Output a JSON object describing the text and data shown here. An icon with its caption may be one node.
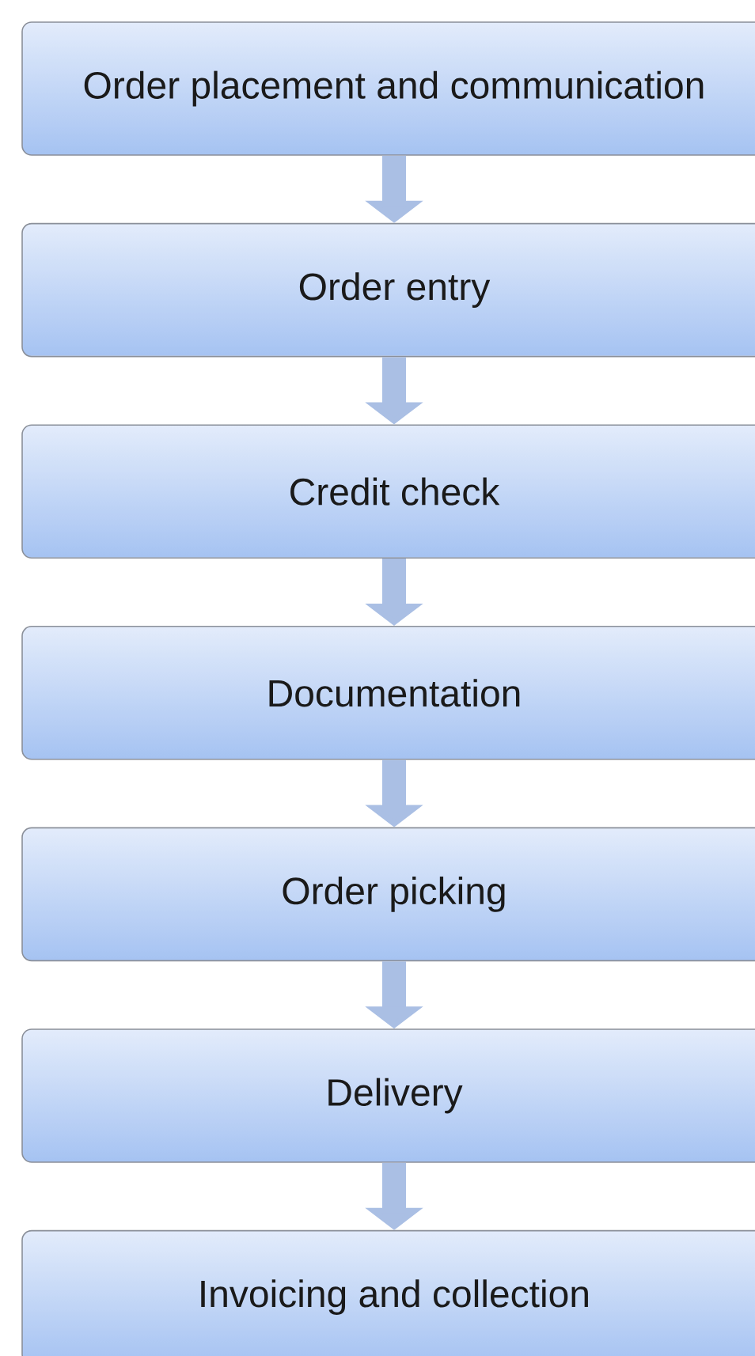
{
  "diagram": {
    "nodes": [
      {
        "text": [
          "Order placement and communication"
        ]
      },
      {
        "text": [
          "Order entry"
        ]
      },
      {
        "text": [
          "Credit check"
        ]
      },
      {
        "text": [
          "Documentation"
        ]
      },
      {
        "text": [
          "Order picking"
        ]
      },
      {
        "text": [
          "Delivery"
        ]
      },
      {
        "text": [
          "Invoicing and collection"
        ]
      }
    ],
    "edges": [
      {
        "from": 0,
        "to": 1,
        "arrow": "to"
      },
      {
        "from": 1,
        "to": 2,
        "arrow": "to"
      },
      {
        "from": 2,
        "to": 3,
        "arrow": "to"
      },
      {
        "from": 3,
        "to": 4,
        "arrow": "to"
      },
      {
        "from": 4,
        "to": 5,
        "arrow": "to"
      },
      {
        "from": 5,
        "to": 6,
        "arrow": "to"
      }
    ]
  }
}
